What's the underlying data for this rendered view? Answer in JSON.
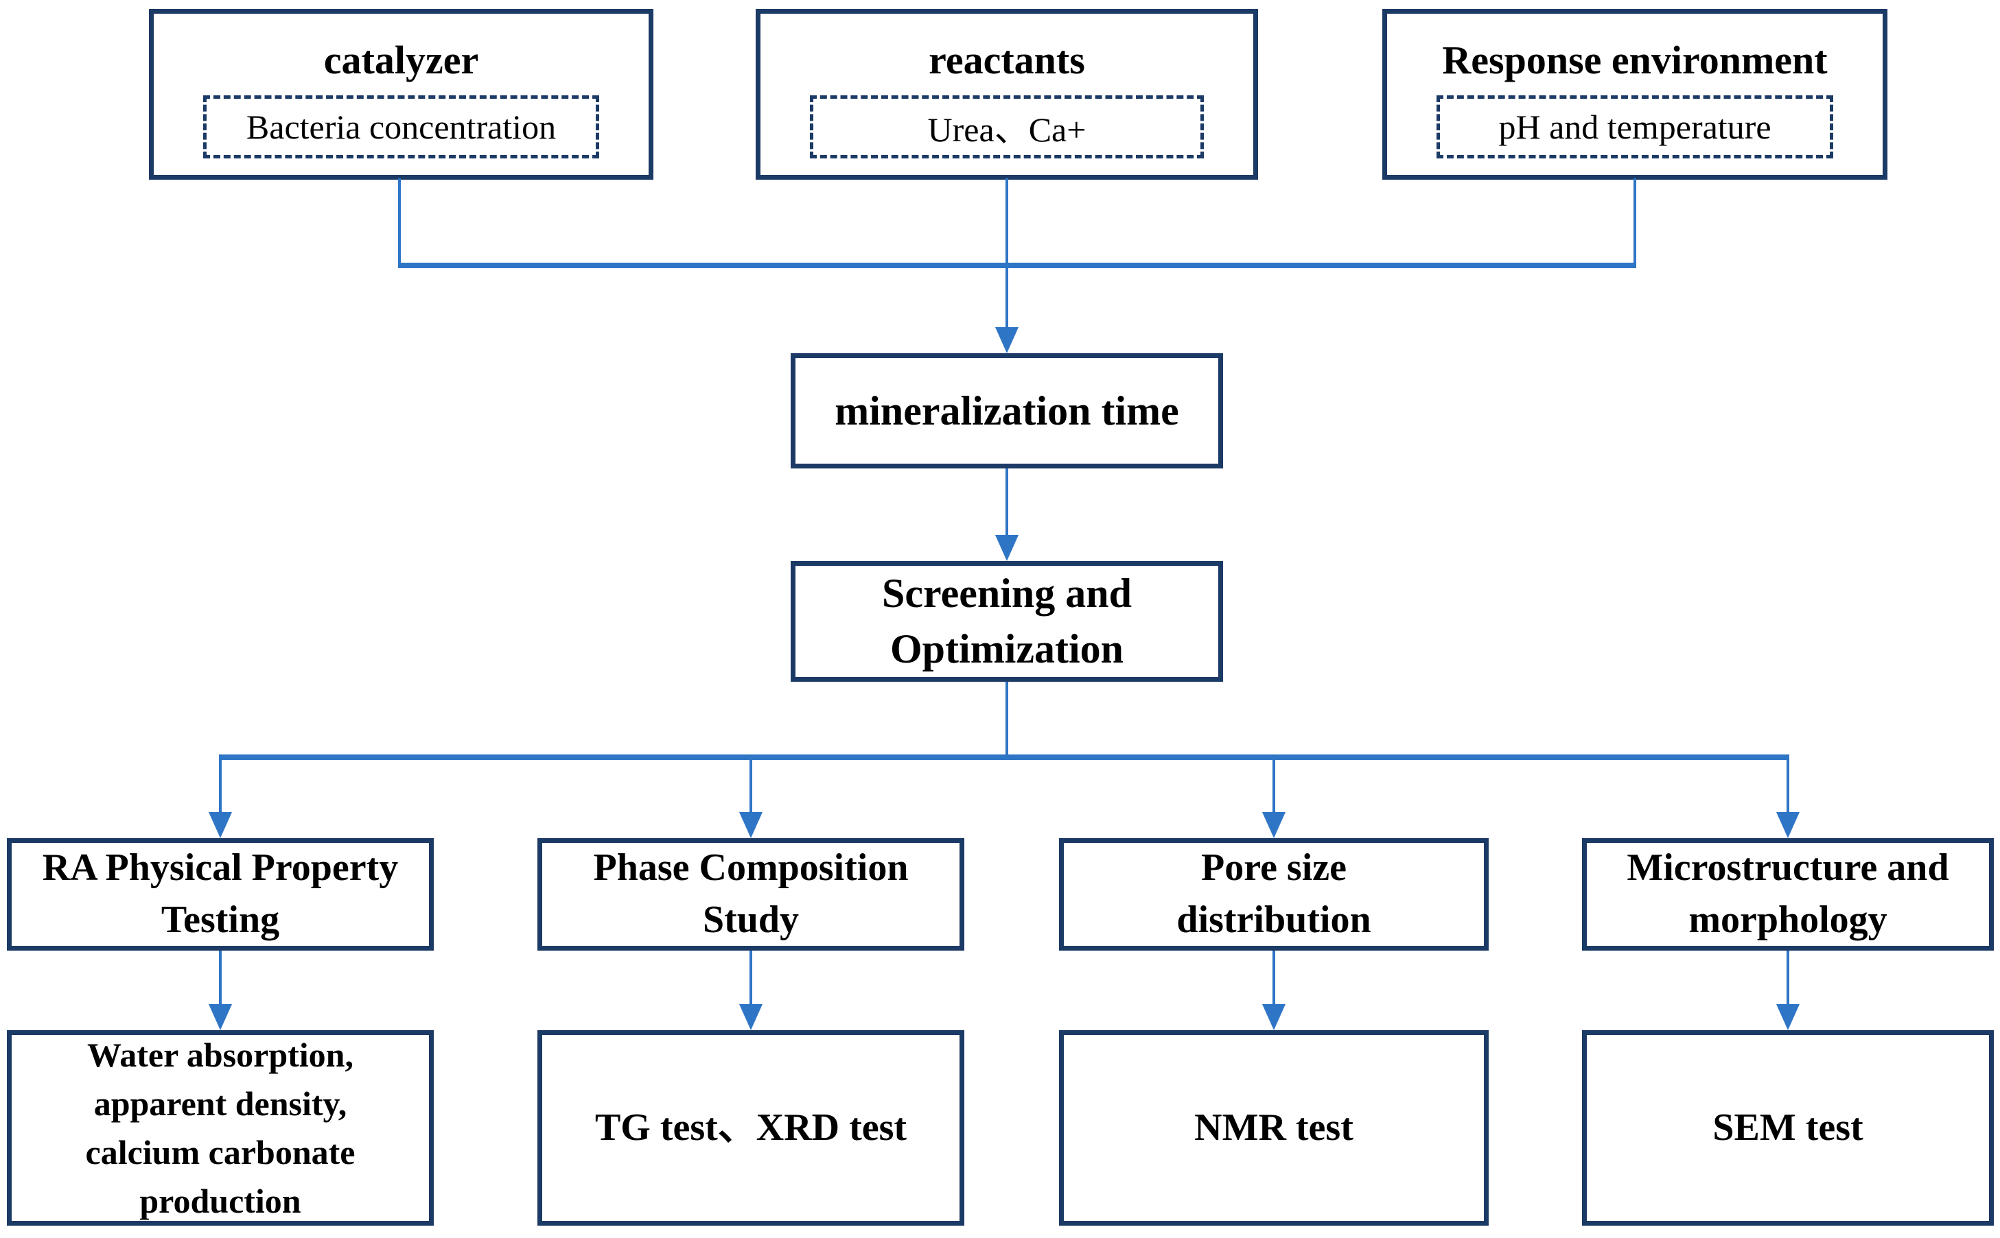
{
  "diagram": {
    "colors": {
      "box_border": "#1C3A66",
      "arrow": "#2E75C6",
      "text": "#000000",
      "background": "#ffffff"
    },
    "top_row": [
      {
        "title": "catalyzer",
        "detail": "Bacteria concentration"
      },
      {
        "title": "reactants",
        "detail": "Urea、Ca+"
      },
      {
        "title": "Response environment",
        "detail": "pH and temperature"
      }
    ],
    "middle": [
      {
        "title": "mineralization time"
      },
      {
        "title": "Screening and Optimization"
      }
    ],
    "columns": [
      {
        "header": "RA Physical Property Testing",
        "result": "Water absorption, apparent density, calcium carbonate production"
      },
      {
        "header": "Phase Composition Study",
        "result": "TG test、XRD test"
      },
      {
        "header": "Pore size distribution",
        "result": "NMR test"
      },
      {
        "header": "Microstructure and morphology",
        "result": "SEM test"
      }
    ]
  }
}
